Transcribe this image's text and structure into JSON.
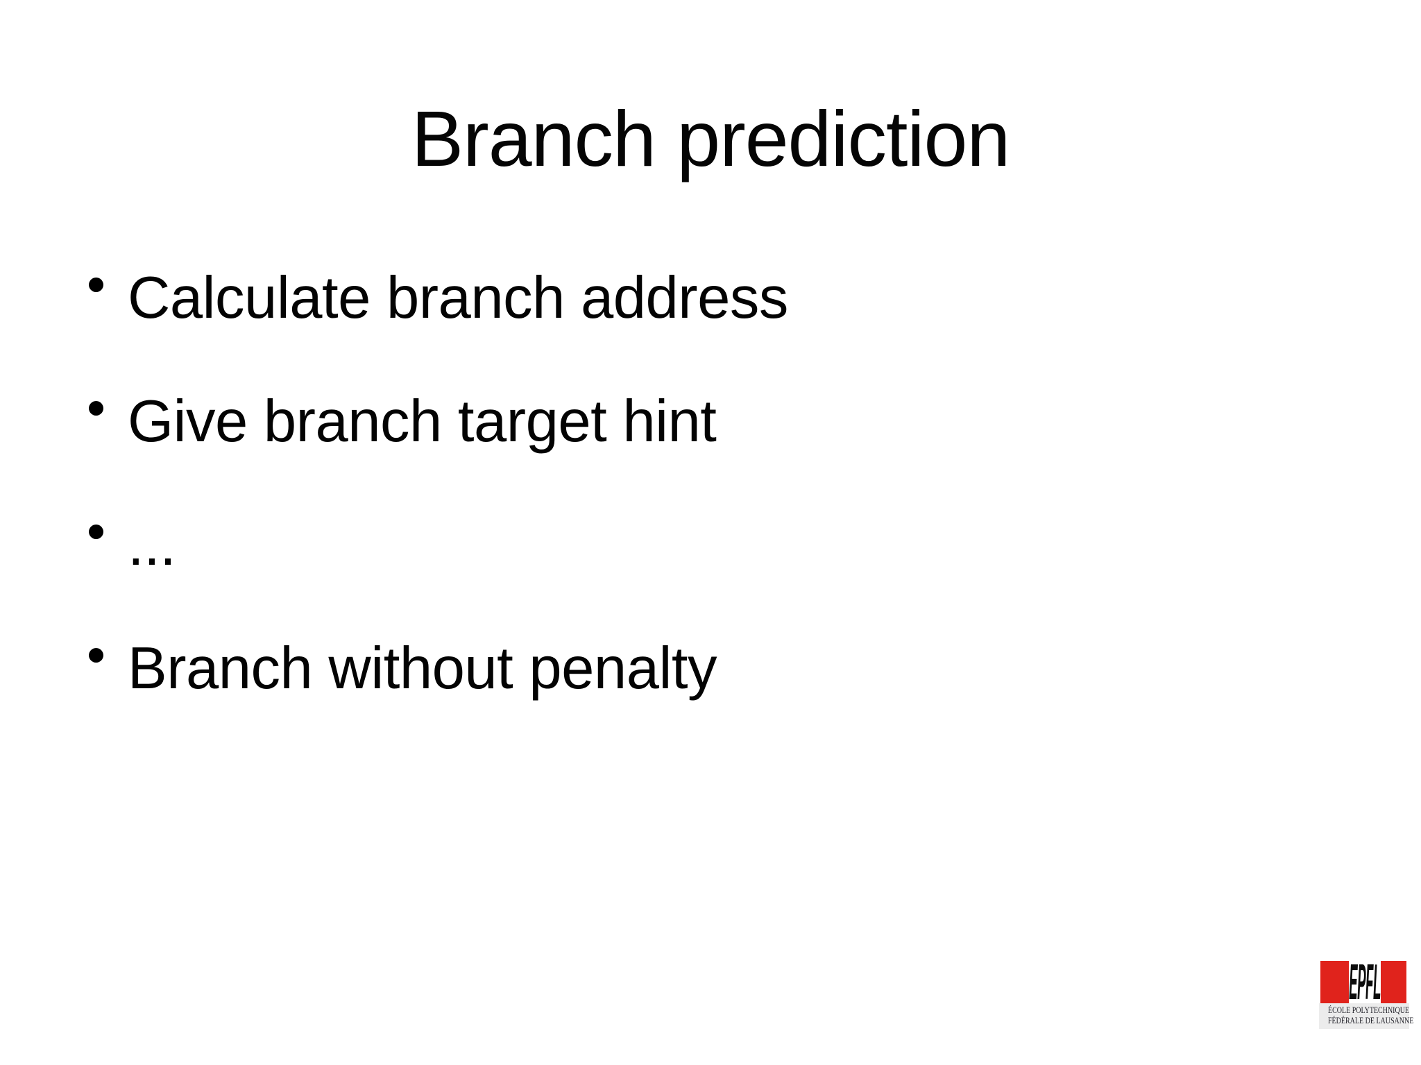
{
  "slide": {
    "title": "Branch prediction",
    "bullets": [
      "Calculate branch address",
      "Give branch target hint",
      "...",
      "Branch without penalty"
    ]
  },
  "logo": {
    "acronym": "EPFL",
    "line1": "ÉCOLE POLYTECHNIQUE",
    "line2": "FÉDÉRALE DE LAUSANNE",
    "red": "#e0231c"
  }
}
